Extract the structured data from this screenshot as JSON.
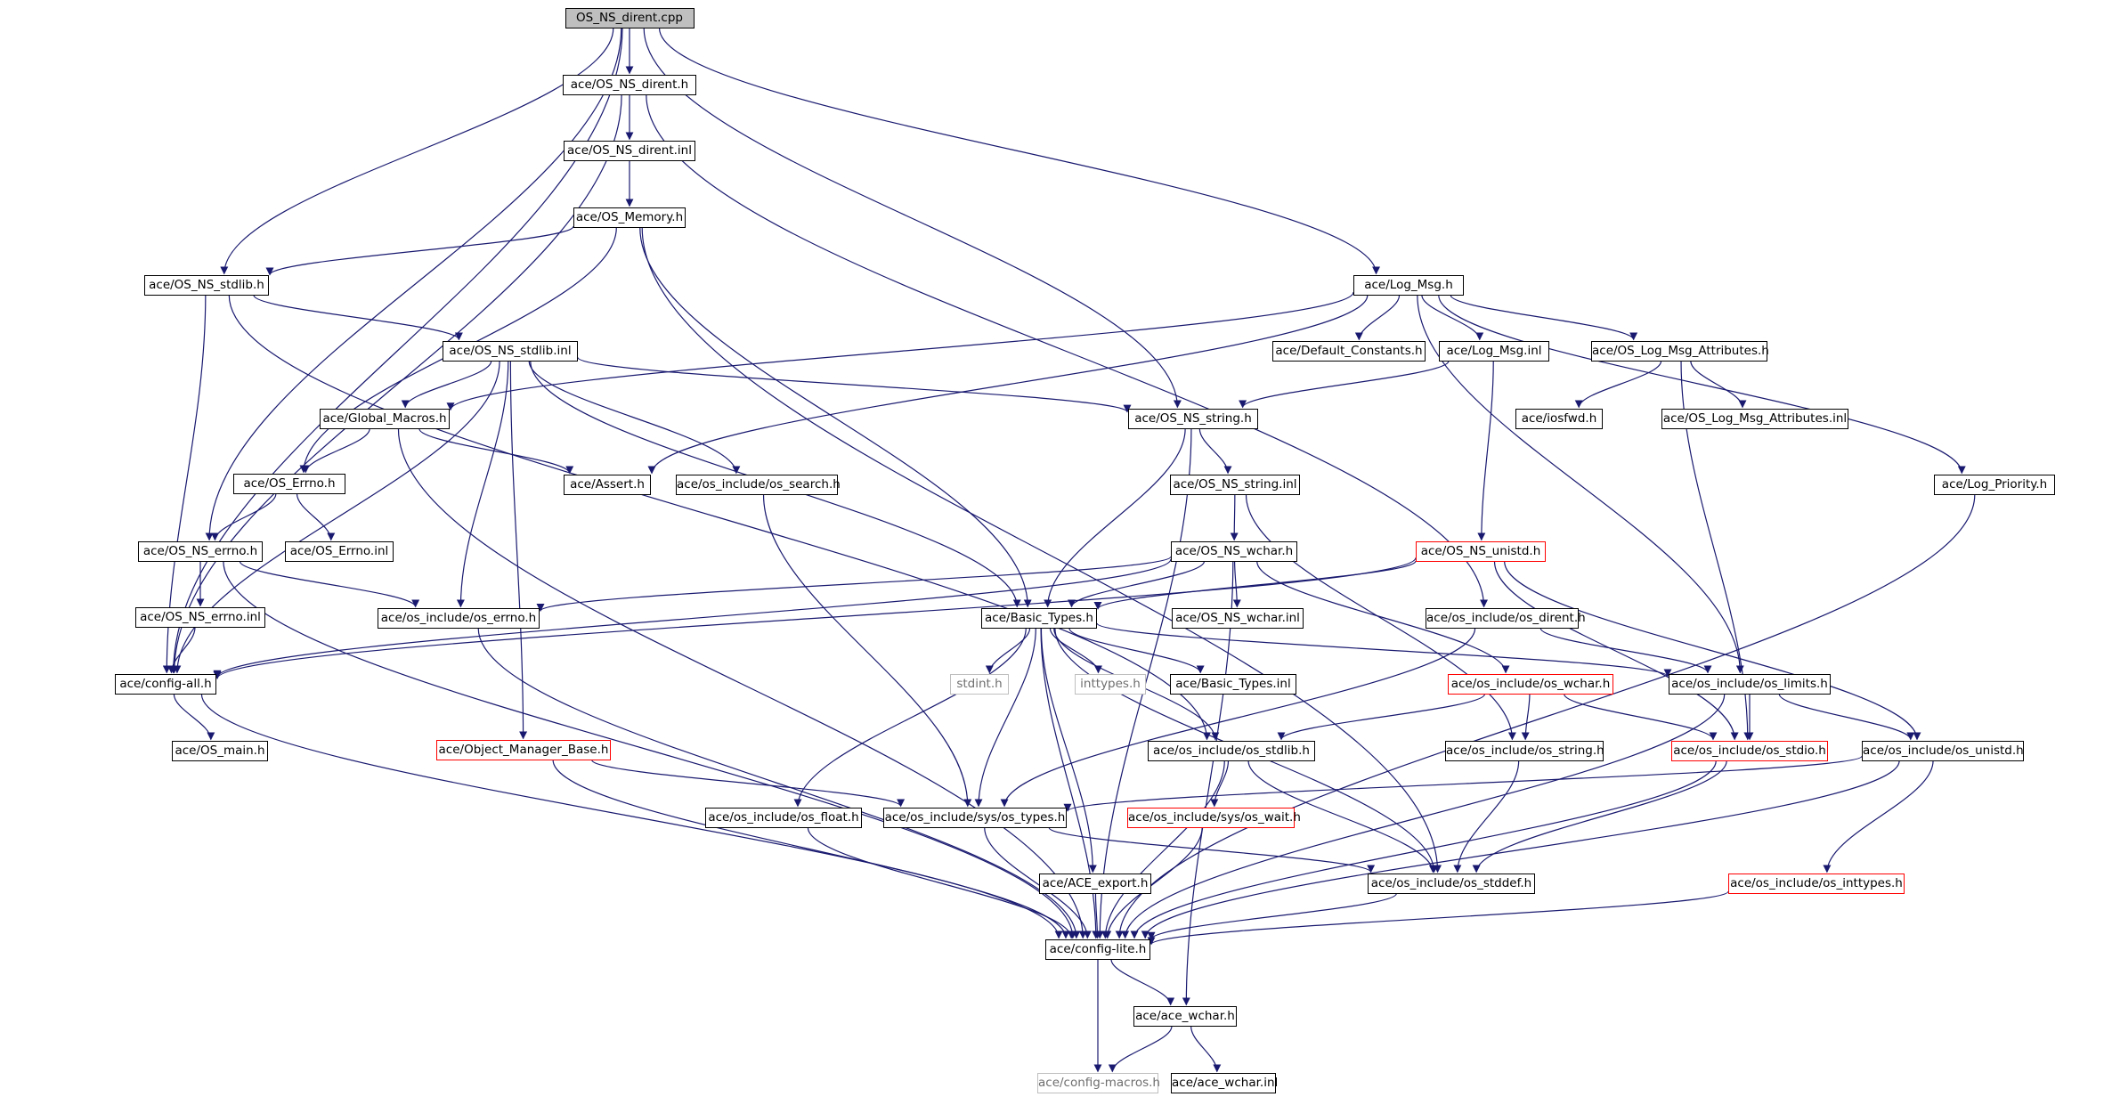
{
  "colors": {
    "edge": "#191970",
    "node_border": "#000000",
    "root_fill": "#bfbfbf",
    "truncated_border": "#ff0000",
    "external_border": "#bfbfbf"
  },
  "nodes": [
    {
      "id": "root",
      "label": "OS_NS_dirent.cpp",
      "style": "root"
    },
    {
      "id": "os_ns_dirent_h",
      "label": "ace/OS_NS_dirent.h",
      "style": "normal"
    },
    {
      "id": "os_ns_dirent_inl",
      "label": "ace/OS_NS_dirent.inl",
      "style": "normal"
    },
    {
      "id": "os_memory_h",
      "label": "ace/OS_Memory.h",
      "style": "normal"
    },
    {
      "id": "os_ns_stdlib_h",
      "label": "ace/OS_NS_stdlib.h",
      "style": "normal"
    },
    {
      "id": "log_msg_h",
      "label": "ace/Log_Msg.h",
      "style": "normal"
    },
    {
      "id": "os_ns_stdlib_inl",
      "label": "ace/OS_NS_stdlib.inl",
      "style": "normal"
    },
    {
      "id": "default_constants_h",
      "label": "ace/Default_Constants.h",
      "style": "normal"
    },
    {
      "id": "log_msg_inl",
      "label": "ace/Log_Msg.inl",
      "style": "normal"
    },
    {
      "id": "os_log_msg_attributes_h",
      "label": "ace/OS_Log_Msg_Attributes.h",
      "style": "normal"
    },
    {
      "id": "global_macros_h",
      "label": "ace/Global_Macros.h",
      "style": "normal"
    },
    {
      "id": "os_ns_string_h",
      "label": "ace/OS_NS_string.h",
      "style": "normal"
    },
    {
      "id": "iosfwd_h",
      "label": "ace/iosfwd.h",
      "style": "normal"
    },
    {
      "id": "os_log_msg_attributes_inl",
      "label": "ace/OS_Log_Msg_Attributes.inl",
      "style": "normal"
    },
    {
      "id": "os_errno_h",
      "label": "ace/OS_Errno.h",
      "style": "normal"
    },
    {
      "id": "assert_h",
      "label": "ace/Assert.h",
      "style": "normal"
    },
    {
      "id": "os_search_h",
      "label": "ace/os_include/os_search.h",
      "style": "normal"
    },
    {
      "id": "os_ns_string_inl",
      "label": "ace/OS_NS_string.inl",
      "style": "normal"
    },
    {
      "id": "log_priority_h",
      "label": "ace/Log_Priority.h",
      "style": "normal"
    },
    {
      "id": "os_ns_errno_h",
      "label": "ace/OS_NS_errno.h",
      "style": "normal"
    },
    {
      "id": "os_errno_inl",
      "label": "ace/OS_Errno.inl",
      "style": "normal"
    },
    {
      "id": "os_ns_wchar_h",
      "label": "ace/OS_NS_wchar.h",
      "style": "normal"
    },
    {
      "id": "os_ns_unistd_h",
      "label": "ace/OS_NS_unistd.h",
      "style": "red"
    },
    {
      "id": "os_ns_errno_inl",
      "label": "ace/OS_NS_errno.inl",
      "style": "normal"
    },
    {
      "id": "os_errno_inc_h",
      "label": "ace/os_include/os_errno.h",
      "style": "normal"
    },
    {
      "id": "basic_types_h",
      "label": "ace/Basic_Types.h",
      "style": "normal"
    },
    {
      "id": "os_ns_wchar_inl",
      "label": "ace/OS_NS_wchar.inl",
      "style": "normal"
    },
    {
      "id": "os_dirent_inc_h",
      "label": "ace/os_include/os_dirent.h",
      "style": "normal"
    },
    {
      "id": "config_all_h",
      "label": "ace/config-all.h",
      "style": "normal"
    },
    {
      "id": "stdint_h",
      "label": "stdint.h",
      "style": "external"
    },
    {
      "id": "inttypes_h",
      "label": "inttypes.h",
      "style": "external"
    },
    {
      "id": "basic_types_inl",
      "label": "ace/Basic_Types.inl",
      "style": "normal"
    },
    {
      "id": "os_wchar_inc_h",
      "label": "ace/os_include/os_wchar.h",
      "style": "red"
    },
    {
      "id": "os_limits_h",
      "label": "ace/os_include/os_limits.h",
      "style": "normal"
    },
    {
      "id": "os_main_h",
      "label": "ace/OS_main.h",
      "style": "normal"
    },
    {
      "id": "object_manager_base_h",
      "label": "ace/Object_Manager_Base.h",
      "style": "red"
    },
    {
      "id": "os_stdlib_inc_h",
      "label": "ace/os_include/os_stdlib.h",
      "style": "normal"
    },
    {
      "id": "os_string_inc_h",
      "label": "ace/os_include/os_string.h",
      "style": "normal"
    },
    {
      "id": "os_stdio_h",
      "label": "ace/os_include/os_stdio.h",
      "style": "red"
    },
    {
      "id": "os_unistd_inc_h",
      "label": "ace/os_include/os_unistd.h",
      "style": "normal"
    },
    {
      "id": "os_float_h",
      "label": "ace/os_include/os_float.h",
      "style": "normal"
    },
    {
      "id": "os_types_h",
      "label": "ace/os_include/sys/os_types.h",
      "style": "normal"
    },
    {
      "id": "os_wait_h",
      "label": "ace/os_include/sys/os_wait.h",
      "style": "red"
    },
    {
      "id": "ace_export_h",
      "label": "ace/ACE_export.h",
      "style": "normal"
    },
    {
      "id": "os_stddef_h",
      "label": "ace/os_include/os_stddef.h",
      "style": "normal"
    },
    {
      "id": "os_inttypes_h",
      "label": "ace/os_include/os_inttypes.h",
      "style": "red"
    },
    {
      "id": "config_lite_h",
      "label": "ace/config-lite.h",
      "style": "normal"
    },
    {
      "id": "ace_wchar_h",
      "label": "ace/ace_wchar.h",
      "style": "normal"
    },
    {
      "id": "config_macros_h",
      "label": "ace/config-macros.h",
      "style": "external"
    },
    {
      "id": "ace_wchar_inl",
      "label": "ace/ace_wchar.inl",
      "style": "normal"
    }
  ],
  "edges": [
    [
      "root",
      "os_ns_dirent_h"
    ],
    [
      "root",
      "os_ns_stdlib_h"
    ],
    [
      "root",
      "config_all_h"
    ],
    [
      "root",
      "os_ns_errno_h"
    ],
    [
      "root",
      "os_ns_string_h"
    ],
    [
      "root",
      "log_msg_h"
    ],
    [
      "os_ns_dirent_h",
      "os_ns_dirent_inl"
    ],
    [
      "os_ns_dirent_h",
      "config_all_h"
    ],
    [
      "os_ns_dirent_h",
      "os_dirent_inc_h"
    ],
    [
      "os_ns_dirent_inl",
      "os_memory_h"
    ],
    [
      "os_memory_h",
      "os_ns_stdlib_h"
    ],
    [
      "os_memory_h",
      "os_errno_h"
    ],
    [
      "os_memory_h",
      "basic_types_h"
    ],
    [
      "os_memory_h",
      "os_stddef_h"
    ],
    [
      "os_ns_stdlib_h",
      "os_ns_stdlib_inl"
    ],
    [
      "os_ns_stdlib_h",
      "config_all_h"
    ],
    [
      "os_ns_stdlib_h",
      "os_stdlib_inc_h"
    ],
    [
      "os_ns_stdlib_inl",
      "global_macros_h"
    ],
    [
      "os_ns_stdlib_inl",
      "os_ns_string_h"
    ],
    [
      "os_ns_stdlib_inl",
      "os_search_h"
    ],
    [
      "os_ns_stdlib_inl",
      "basic_types_h"
    ],
    [
      "os_ns_stdlib_inl",
      "os_errno_inc_h"
    ],
    [
      "os_ns_stdlib_inl",
      "object_manager_base_h"
    ],
    [
      "os_ns_stdlib_inl",
      "config_all_h"
    ],
    [
      "log_msg_h",
      "default_constants_h"
    ],
    [
      "log_msg_h",
      "log_msg_inl"
    ],
    [
      "log_msg_h",
      "os_log_msg_attributes_h"
    ],
    [
      "log_msg_h",
      "log_priority_h"
    ],
    [
      "log_msg_h",
      "assert_h"
    ],
    [
      "log_msg_h",
      "global_macros_h"
    ],
    [
      "log_msg_h",
      "os_limits_h"
    ],
    [
      "log_msg_inl",
      "os_ns_string_h"
    ],
    [
      "log_msg_inl",
      "os_ns_unistd_h"
    ],
    [
      "os_log_msg_attributes_h",
      "iosfwd_h"
    ],
    [
      "os_log_msg_attributes_h",
      "os_log_msg_attributes_inl"
    ],
    [
      "os_log_msg_attributes_h",
      "os_stdio_h"
    ],
    [
      "global_macros_h",
      "os_errno_h"
    ],
    [
      "global_macros_h",
      "assert_h"
    ],
    [
      "global_macros_h",
      "config_lite_h"
    ],
    [
      "os_ns_string_h",
      "os_ns_string_inl"
    ],
    [
      "os_ns_string_h",
      "basic_types_h"
    ],
    [
      "os_ns_string_h",
      "config_lite_h"
    ],
    [
      "os_ns_string_inl",
      "os_ns_wchar_h"
    ],
    [
      "os_ns_string_inl",
      "os_string_inc_h"
    ],
    [
      "os_errno_h",
      "os_ns_errno_h"
    ],
    [
      "os_errno_h",
      "os_errno_inl"
    ],
    [
      "os_search_h",
      "os_types_h"
    ],
    [
      "os_ns_errno_h",
      "os_ns_errno_inl"
    ],
    [
      "os_ns_errno_h",
      "os_errno_inc_h"
    ],
    [
      "os_ns_errno_h",
      "config_lite_h"
    ],
    [
      "os_ns_errno_inl",
      "config_all_h"
    ],
    [
      "os_ns_wchar_h",
      "os_ns_wchar_inl"
    ],
    [
      "os_ns_wchar_h",
      "basic_types_h"
    ],
    [
      "os_ns_wchar_h",
      "os_wchar_inc_h"
    ],
    [
      "os_ns_wchar_h",
      "os_errno_inc_h"
    ],
    [
      "os_ns_wchar_h",
      "config_all_h"
    ],
    [
      "os_ns_wchar_h",
      "ace_wchar_h"
    ],
    [
      "os_ns_unistd_h",
      "basic_types_h"
    ],
    [
      "os_ns_unistd_h",
      "os_unistd_inc_h"
    ],
    [
      "os_ns_unistd_h",
      "os_stdio_h"
    ],
    [
      "os_ns_unistd_h",
      "config_all_h"
    ],
    [
      "os_errno_inc_h",
      "config_lite_h"
    ],
    [
      "basic_types_h",
      "stdint_h"
    ],
    [
      "basic_types_h",
      "inttypes_h"
    ],
    [
      "basic_types_h",
      "basic_types_inl"
    ],
    [
      "basic_types_h",
      "os_limits_h"
    ],
    [
      "basic_types_h",
      "os_stdlib_inc_h"
    ],
    [
      "basic_types_h",
      "os_float_h"
    ],
    [
      "basic_types_h",
      "os_types_h"
    ],
    [
      "basic_types_h",
      "ace_export_h"
    ],
    [
      "basic_types_h",
      "os_stddef_h"
    ],
    [
      "basic_types_h",
      "config_lite_h"
    ],
    [
      "os_dirent_inc_h",
      "os_limits_h"
    ],
    [
      "os_dirent_inc_h",
      "os_types_h"
    ],
    [
      "config_all_h",
      "os_main_h"
    ],
    [
      "config_all_h",
      "config_lite_h"
    ],
    [
      "os_wchar_inc_h",
      "os_stdlib_inc_h"
    ],
    [
      "os_wchar_inc_h",
      "os_string_inc_h"
    ],
    [
      "os_wchar_inc_h",
      "os_stdio_h"
    ],
    [
      "os_limits_h",
      "os_stdio_h"
    ],
    [
      "os_limits_h",
      "os_unistd_inc_h"
    ],
    [
      "os_limits_h",
      "config_lite_h"
    ],
    [
      "object_manager_base_h",
      "os_types_h"
    ],
    [
      "object_manager_base_h",
      "config_lite_h"
    ],
    [
      "os_stdlib_inc_h",
      "os_wait_h"
    ],
    [
      "os_stdlib_inc_h",
      "os_stddef_h"
    ],
    [
      "os_stdlib_inc_h",
      "config_lite_h"
    ],
    [
      "os_string_inc_h",
      "os_stddef_h"
    ],
    [
      "os_stdio_h",
      "os_stddef_h"
    ],
    [
      "os_stdio_h",
      "config_lite_h"
    ],
    [
      "os_unistd_inc_h",
      "os_types_h"
    ],
    [
      "os_unistd_inc_h",
      "os_inttypes_h"
    ],
    [
      "os_unistd_inc_h",
      "config_lite_h"
    ],
    [
      "os_float_h",
      "config_lite_h"
    ],
    [
      "os_types_h",
      "os_stddef_h"
    ],
    [
      "os_types_h",
      "config_lite_h"
    ],
    [
      "os_wait_h",
      "config_lite_h"
    ],
    [
      "ace_export_h",
      "config_lite_h"
    ],
    [
      "os_stddef_h",
      "config_lite_h"
    ],
    [
      "os_inttypes_h",
      "config_lite_h"
    ],
    [
      "log_priority_h",
      "config_lite_h"
    ],
    [
      "config_lite_h",
      "ace_wchar_h"
    ],
    [
      "config_lite_h",
      "config_macros_h"
    ],
    [
      "ace_wchar_h",
      "config_macros_h"
    ],
    [
      "ace_wchar_h",
      "ace_wchar_inl"
    ]
  ]
}
